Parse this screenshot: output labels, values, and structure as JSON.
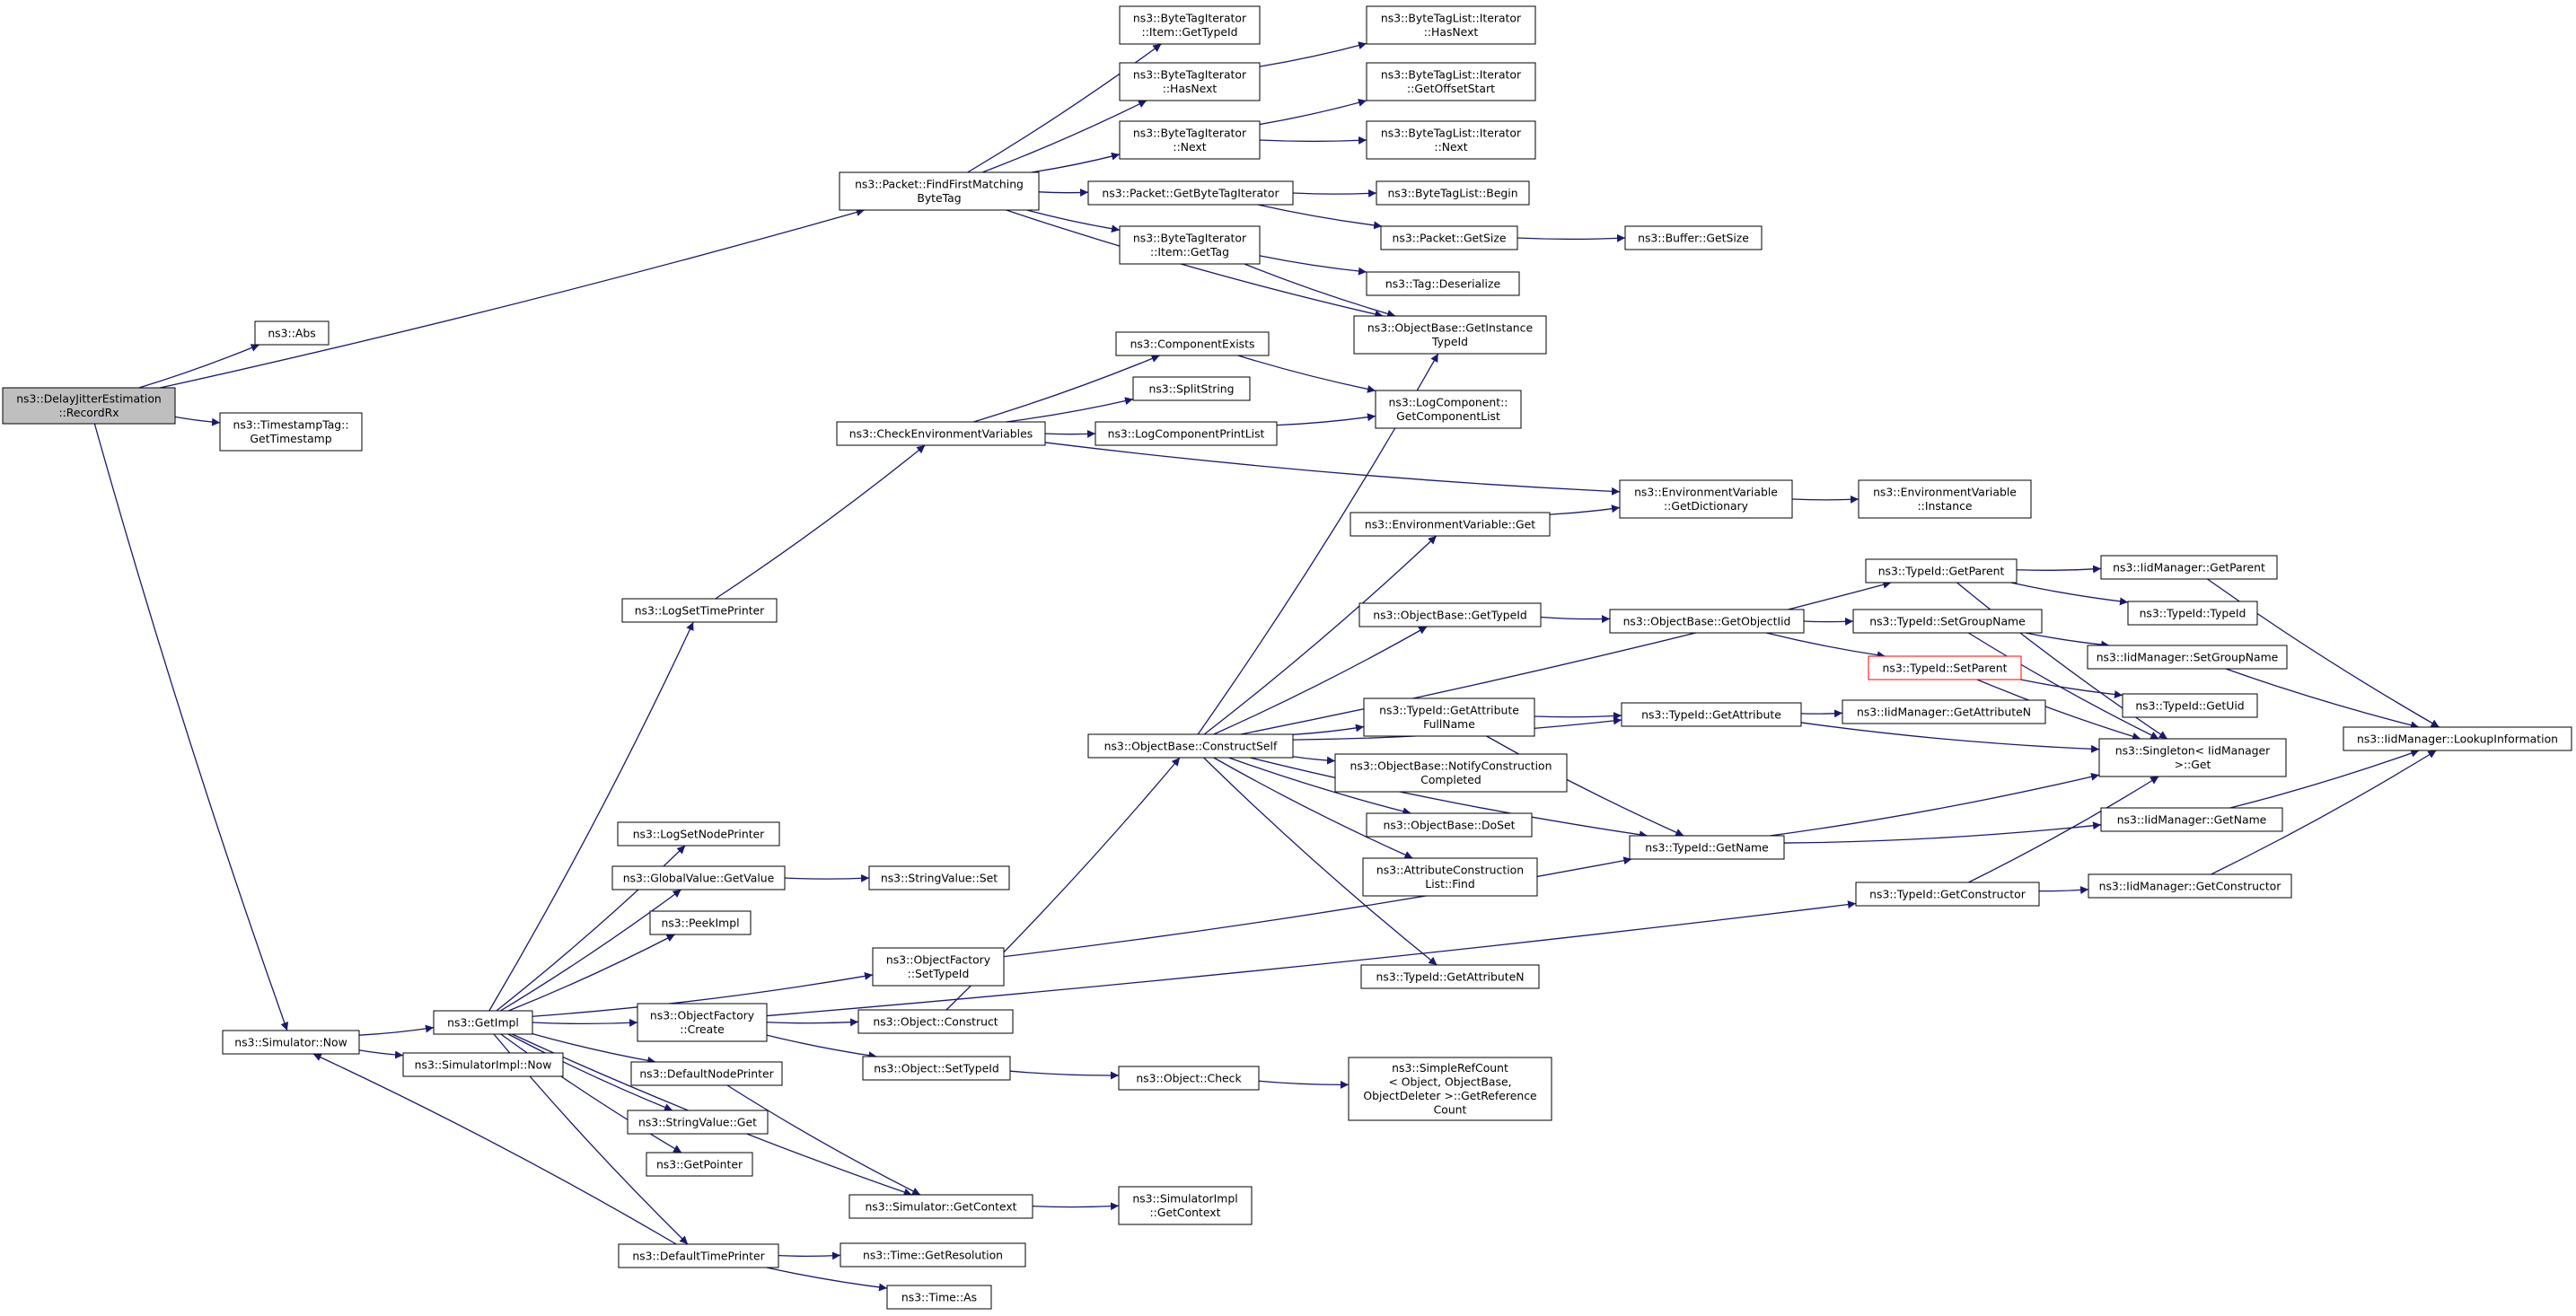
{
  "colors": {
    "edge": "#191970",
    "node_border": "#000000",
    "root_fill": "#bfbfbf",
    "node_fill": "#ffffff",
    "highlight_border": "#ff0000"
  },
  "nodes": [
    {
      "id": "root",
      "lines": [
        "ns3::DelayJitterEstimation",
        "::RecordRx"
      ],
      "style": "root"
    },
    {
      "id": "abs",
      "lines": [
        "ns3::Abs"
      ]
    },
    {
      "id": "findfirst",
      "lines": [
        "ns3::Packet::FindFirstMatching",
        "ByteTag"
      ]
    },
    {
      "id": "tsget",
      "lines": [
        "ns3::TimestampTag::",
        "GetTimestamp"
      ]
    },
    {
      "id": "now",
      "lines": [
        "ns3::Simulator::Now"
      ]
    },
    {
      "id": "bti_getTypeId",
      "lines": [
        "ns3::ByteTagIterator",
        "::Item::GetTypeId"
      ]
    },
    {
      "id": "bti_hasNext",
      "lines": [
        "ns3::ByteTagIterator",
        "::HasNext"
      ]
    },
    {
      "id": "bti_next",
      "lines": [
        "ns3::ByteTagIterator",
        "::Next"
      ]
    },
    {
      "id": "getBTI",
      "lines": [
        "ns3::Packet::GetByteTagIterator"
      ]
    },
    {
      "id": "bti_getTag",
      "lines": [
        "ns3::ByteTagIterator",
        "::Item::GetTag"
      ]
    },
    {
      "id": "btl_hasNext",
      "lines": [
        "ns3::ByteTagList::Iterator",
        "::HasNext"
      ]
    },
    {
      "id": "btl_offset",
      "lines": [
        "ns3::ByteTagList::Iterator",
        "::GetOffsetStart"
      ]
    },
    {
      "id": "btl_next",
      "lines": [
        "ns3::ByteTagList::Iterator",
        "::Next"
      ]
    },
    {
      "id": "btl_begin",
      "lines": [
        "ns3::ByteTagList::Begin"
      ]
    },
    {
      "id": "pkt_getSize",
      "lines": [
        "ns3::Packet::GetSize"
      ]
    },
    {
      "id": "buf_getSize",
      "lines": [
        "ns3::Buffer::GetSize"
      ]
    },
    {
      "id": "tag_deser",
      "lines": [
        "ns3::Tag::Deserialize"
      ]
    },
    {
      "id": "ob_getInst",
      "lines": [
        "ns3::ObjectBase::GetInstance",
        "TypeId"
      ]
    },
    {
      "id": "compExists",
      "lines": [
        "ns3::ComponentExists"
      ]
    },
    {
      "id": "splitString",
      "lines": [
        "ns3::SplitString"
      ]
    },
    {
      "id": "checkEnv",
      "lines": [
        "ns3::CheckEnvironmentVariables"
      ]
    },
    {
      "id": "logPrintList",
      "lines": [
        "ns3::LogComponentPrintList"
      ]
    },
    {
      "id": "logGetList",
      "lines": [
        "ns3::LogComponent::",
        "GetComponentList"
      ]
    },
    {
      "id": "envGetDict",
      "lines": [
        "ns3::EnvironmentVariable",
        "::GetDictionary"
      ]
    },
    {
      "id": "envInstance",
      "lines": [
        "ns3::EnvironmentVariable",
        "::Instance"
      ]
    },
    {
      "id": "envGet",
      "lines": [
        "ns3::EnvironmentVariable::Get"
      ]
    },
    {
      "id": "logSetTime",
      "lines": [
        "ns3::LogSetTimePrinter"
      ]
    },
    {
      "id": "tid_getParent",
      "lines": [
        "ns3::TypeId::GetParent"
      ]
    },
    {
      "id": "iid_getParent",
      "lines": [
        "ns3::IidManager::GetParent"
      ]
    },
    {
      "id": "tid_typeId",
      "lines": [
        "ns3::TypeId::TypeId"
      ]
    },
    {
      "id": "ob_getTypeId",
      "lines": [
        "ns3::ObjectBase::GetTypeId"
      ]
    },
    {
      "id": "ob_getObjectIid",
      "lines": [
        "ns3::ObjectBase::GetObjectIid"
      ]
    },
    {
      "id": "tid_setGroup",
      "lines": [
        "ns3::TypeId::SetGroupName"
      ]
    },
    {
      "id": "iid_setGroup",
      "lines": [
        "ns3::IidManager::SetGroupName"
      ]
    },
    {
      "id": "tid_setParent",
      "lines": [
        "ns3::TypeId::SetParent"
      ],
      "style": "highlight"
    },
    {
      "id": "tid_getUid",
      "lines": [
        "ns3::TypeId::GetUid"
      ]
    },
    {
      "id": "tid_getAttrFull",
      "lines": [
        "ns3::TypeId::GetAttribute",
        "FullName"
      ]
    },
    {
      "id": "tid_getAttr",
      "lines": [
        "ns3::TypeId::GetAttribute"
      ]
    },
    {
      "id": "iid_getAttrN",
      "lines": [
        "ns3::IidManager::GetAttributeN"
      ]
    },
    {
      "id": "ob_construct",
      "lines": [
        "ns3::ObjectBase::ConstructSelf"
      ]
    },
    {
      "id": "singleton",
      "lines": [
        "ns3::Singleton< IidManager",
        "&gt;::Get"
      ]
    },
    {
      "id": "iid_lookup",
      "lines": [
        "ns3::IidManager::LookupInformation"
      ]
    },
    {
      "id": "ob_notify",
      "lines": [
        "ns3::ObjectBase::NotifyConstruction",
        "Completed"
      ]
    },
    {
      "id": "ob_doSet",
      "lines": [
        "ns3::ObjectBase::DoSet"
      ]
    },
    {
      "id": "iid_getName",
      "lines": [
        "ns3::IidManager::GetName"
      ]
    },
    {
      "id": "tid_getName",
      "lines": [
        "ns3::TypeId::GetName"
      ]
    },
    {
      "id": "acl_find",
      "lines": [
        "ns3::AttributeConstruction",
        "List::Find"
      ]
    },
    {
      "id": "logSetNode",
      "lines": [
        "ns3::LogSetNodePrinter"
      ]
    },
    {
      "id": "gv_getValue",
      "lines": [
        "ns3::GlobalValue::GetValue"
      ]
    },
    {
      "id": "sv_set",
      "lines": [
        "ns3::StringValue::Set"
      ]
    },
    {
      "id": "tid_getCtor",
      "lines": [
        "ns3::TypeId::GetConstructor"
      ]
    },
    {
      "id": "iid_getCtor",
      "lines": [
        "ns3::IidManager::GetConstructor"
      ]
    },
    {
      "id": "peekImpl",
      "lines": [
        "ns3::PeekImpl"
      ]
    },
    {
      "id": "of_setTypeId",
      "lines": [
        "ns3::ObjectFactory",
        "::SetTypeId"
      ]
    },
    {
      "id": "tid_getAttrN",
      "lines": [
        "ns3::TypeId::GetAttributeN"
      ]
    },
    {
      "id": "getImpl",
      "lines": [
        "ns3::GetImpl"
      ]
    },
    {
      "id": "of_create",
      "lines": [
        "ns3::ObjectFactory",
        "::Create"
      ]
    },
    {
      "id": "obj_construct",
      "lines": [
        "ns3::Object::Construct"
      ]
    },
    {
      "id": "simImplNow",
      "lines": [
        "ns3::SimulatorImpl::Now"
      ]
    },
    {
      "id": "obj_setTypeId",
      "lines": [
        "ns3::Object::SetTypeId"
      ]
    },
    {
      "id": "obj_check",
      "lines": [
        "ns3::Object::Check"
      ]
    },
    {
      "id": "simpleRef",
      "lines": [
        "ns3::SimpleRefCount",
        "&lt; Object, ObjectBase,",
        "ObjectDeleter &gt;::GetReference",
        "Count"
      ]
    },
    {
      "id": "defNodePrinter",
      "lines": [
        "ns3::DefaultNodePrinter"
      ]
    },
    {
      "id": "sv_get",
      "lines": [
        "ns3::StringValue::Get"
      ]
    },
    {
      "id": "getPointer",
      "lines": [
        "ns3::GetPointer"
      ]
    },
    {
      "id": "sim_getContext",
      "lines": [
        "ns3::Simulator::GetContext"
      ]
    },
    {
      "id": "simImpl_getContext",
      "lines": [
        "ns3::SimulatorImpl",
        "::GetContext"
      ]
    },
    {
      "id": "defTimePrinter",
      "lines": [
        "ns3::DefaultTimePrinter"
      ]
    },
    {
      "id": "time_getRes",
      "lines": [
        "ns3::Time::GetResolution"
      ]
    },
    {
      "id": "time_as",
      "lines": [
        "ns3::Time::As"
      ]
    }
  ],
  "edges": [
    [
      "root",
      "abs"
    ],
    [
      "root",
      "findfirst"
    ],
    [
      "root",
      "tsget"
    ],
    [
      "root",
      "now"
    ],
    [
      "findfirst",
      "bti_getTypeId"
    ],
    [
      "findfirst",
      "bti_hasNext"
    ],
    [
      "findfirst",
      "bti_next"
    ],
    [
      "findfirst",
      "getBTI"
    ],
    [
      "findfirst",
      "bti_getTag"
    ],
    [
      "findfirst",
      "ob_getInst"
    ],
    [
      "bti_hasNext",
      "btl_hasNext"
    ],
    [
      "bti_next",
      "btl_offset"
    ],
    [
      "bti_next",
      "btl_next"
    ],
    [
      "getBTI",
      "btl_begin"
    ],
    [
      "getBTI",
      "pkt_getSize"
    ],
    [
      "pkt_getSize",
      "buf_getSize"
    ],
    [
      "bti_getTag",
      "tag_deser"
    ],
    [
      "bti_getTag",
      "ob_getInst"
    ],
    [
      "checkEnv",
      "compExists"
    ],
    [
      "checkEnv",
      "splitString"
    ],
    [
      "checkEnv",
      "logPrintList"
    ],
    [
      "checkEnv",
      "envGetDict"
    ],
    [
      "compExists",
      "logGetList"
    ],
    [
      "logPrintList",
      "logGetList"
    ],
    [
      "envGetDict",
      "envInstance"
    ],
    [
      "envGet",
      "envGetDict"
    ],
    [
      "logSetTime",
      "checkEnv"
    ],
    [
      "ob_construct",
      "ob_getInst"
    ],
    [
      "ob_construct",
      "envGet"
    ],
    [
      "ob_construct",
      "tid_getParent"
    ],
    [
      "ob_construct",
      "ob_getTypeId"
    ],
    [
      "ob_construct",
      "tid_getAttr"
    ],
    [
      "ob_construct",
      "tid_getAttrFull"
    ],
    [
      "ob_construct",
      "ob_notify"
    ],
    [
      "ob_construct",
      "ob_doSet"
    ],
    [
      "ob_construct",
      "acl_find"
    ],
    [
      "ob_construct",
      "tid_getName"
    ],
    [
      "ob_construct",
      "tid_getAttrN"
    ],
    [
      "tid_getParent",
      "iid_getParent"
    ],
    [
      "tid_getParent",
      "tid_typeId"
    ],
    [
      "tid_getParent",
      "singleton"
    ],
    [
      "iid_getParent",
      "iid_lookup"
    ],
    [
      "ob_getTypeId",
      "ob_getObjectIid"
    ],
    [
      "ob_getObjectIid",
      "tid_setGroup"
    ],
    [
      "ob_getObjectIid",
      "tid_setParent"
    ],
    [
      "tid_setGroup",
      "iid_setGroup"
    ],
    [
      "tid_setGroup",
      "singleton"
    ],
    [
      "iid_setGroup",
      "iid_lookup"
    ],
    [
      "tid_setParent",
      "tid_getUid"
    ],
    [
      "tid_setParent",
      "singleton"
    ],
    [
      "tid_getAttrFull",
      "tid_getAttr"
    ],
    [
      "tid_getAttrFull",
      "tid_getName"
    ],
    [
      "tid_getAttr",
      "iid_getAttrN"
    ],
    [
      "tid_getAttr",
      "singleton"
    ],
    [
      "tid_getName",
      "singleton"
    ],
    [
      "tid_getName",
      "iid_getName"
    ],
    [
      "iid_getName",
      "iid_lookup"
    ],
    [
      "tid_getCtor",
      "singleton"
    ],
    [
      "tid_getCtor",
      "iid_getCtor"
    ],
    [
      "iid_getCtor",
      "iid_lookup"
    ],
    [
      "now",
      "getImpl"
    ],
    [
      "now",
      "simImplNow"
    ],
    [
      "getImpl",
      "logSetTime"
    ],
    [
      "getImpl",
      "logSetNode"
    ],
    [
      "getImpl",
      "gv_getValue"
    ],
    [
      "getImpl",
      "peekImpl"
    ],
    [
      "getImpl",
      "of_setTypeId"
    ],
    [
      "getImpl",
      "of_create"
    ],
    [
      "getImpl",
      "defNodePrinter"
    ],
    [
      "getImpl",
      "sv_get"
    ],
    [
      "getImpl",
      "getPointer"
    ],
    [
      "getImpl",
      "sim_getContext"
    ],
    [
      "getImpl",
      "defTimePrinter"
    ],
    [
      "gv_getValue",
      "sv_set"
    ],
    [
      "of_setTypeId",
      "tid_getName"
    ],
    [
      "of_create",
      "obj_construct"
    ],
    [
      "of_create",
      "obj_setTypeId"
    ],
    [
      "of_create",
      "tid_getCtor"
    ],
    [
      "obj_construct",
      "ob_construct"
    ],
    [
      "obj_setTypeId",
      "obj_check"
    ],
    [
      "obj_check",
      "simpleRef"
    ],
    [
      "defNodePrinter",
      "sim_getContext"
    ],
    [
      "sim_getContext",
      "simImpl_getContext"
    ],
    [
      "defTimePrinter",
      "now"
    ],
    [
      "defTimePrinter",
      "time_getRes"
    ],
    [
      "defTimePrinter",
      "time_as"
    ]
  ]
}
